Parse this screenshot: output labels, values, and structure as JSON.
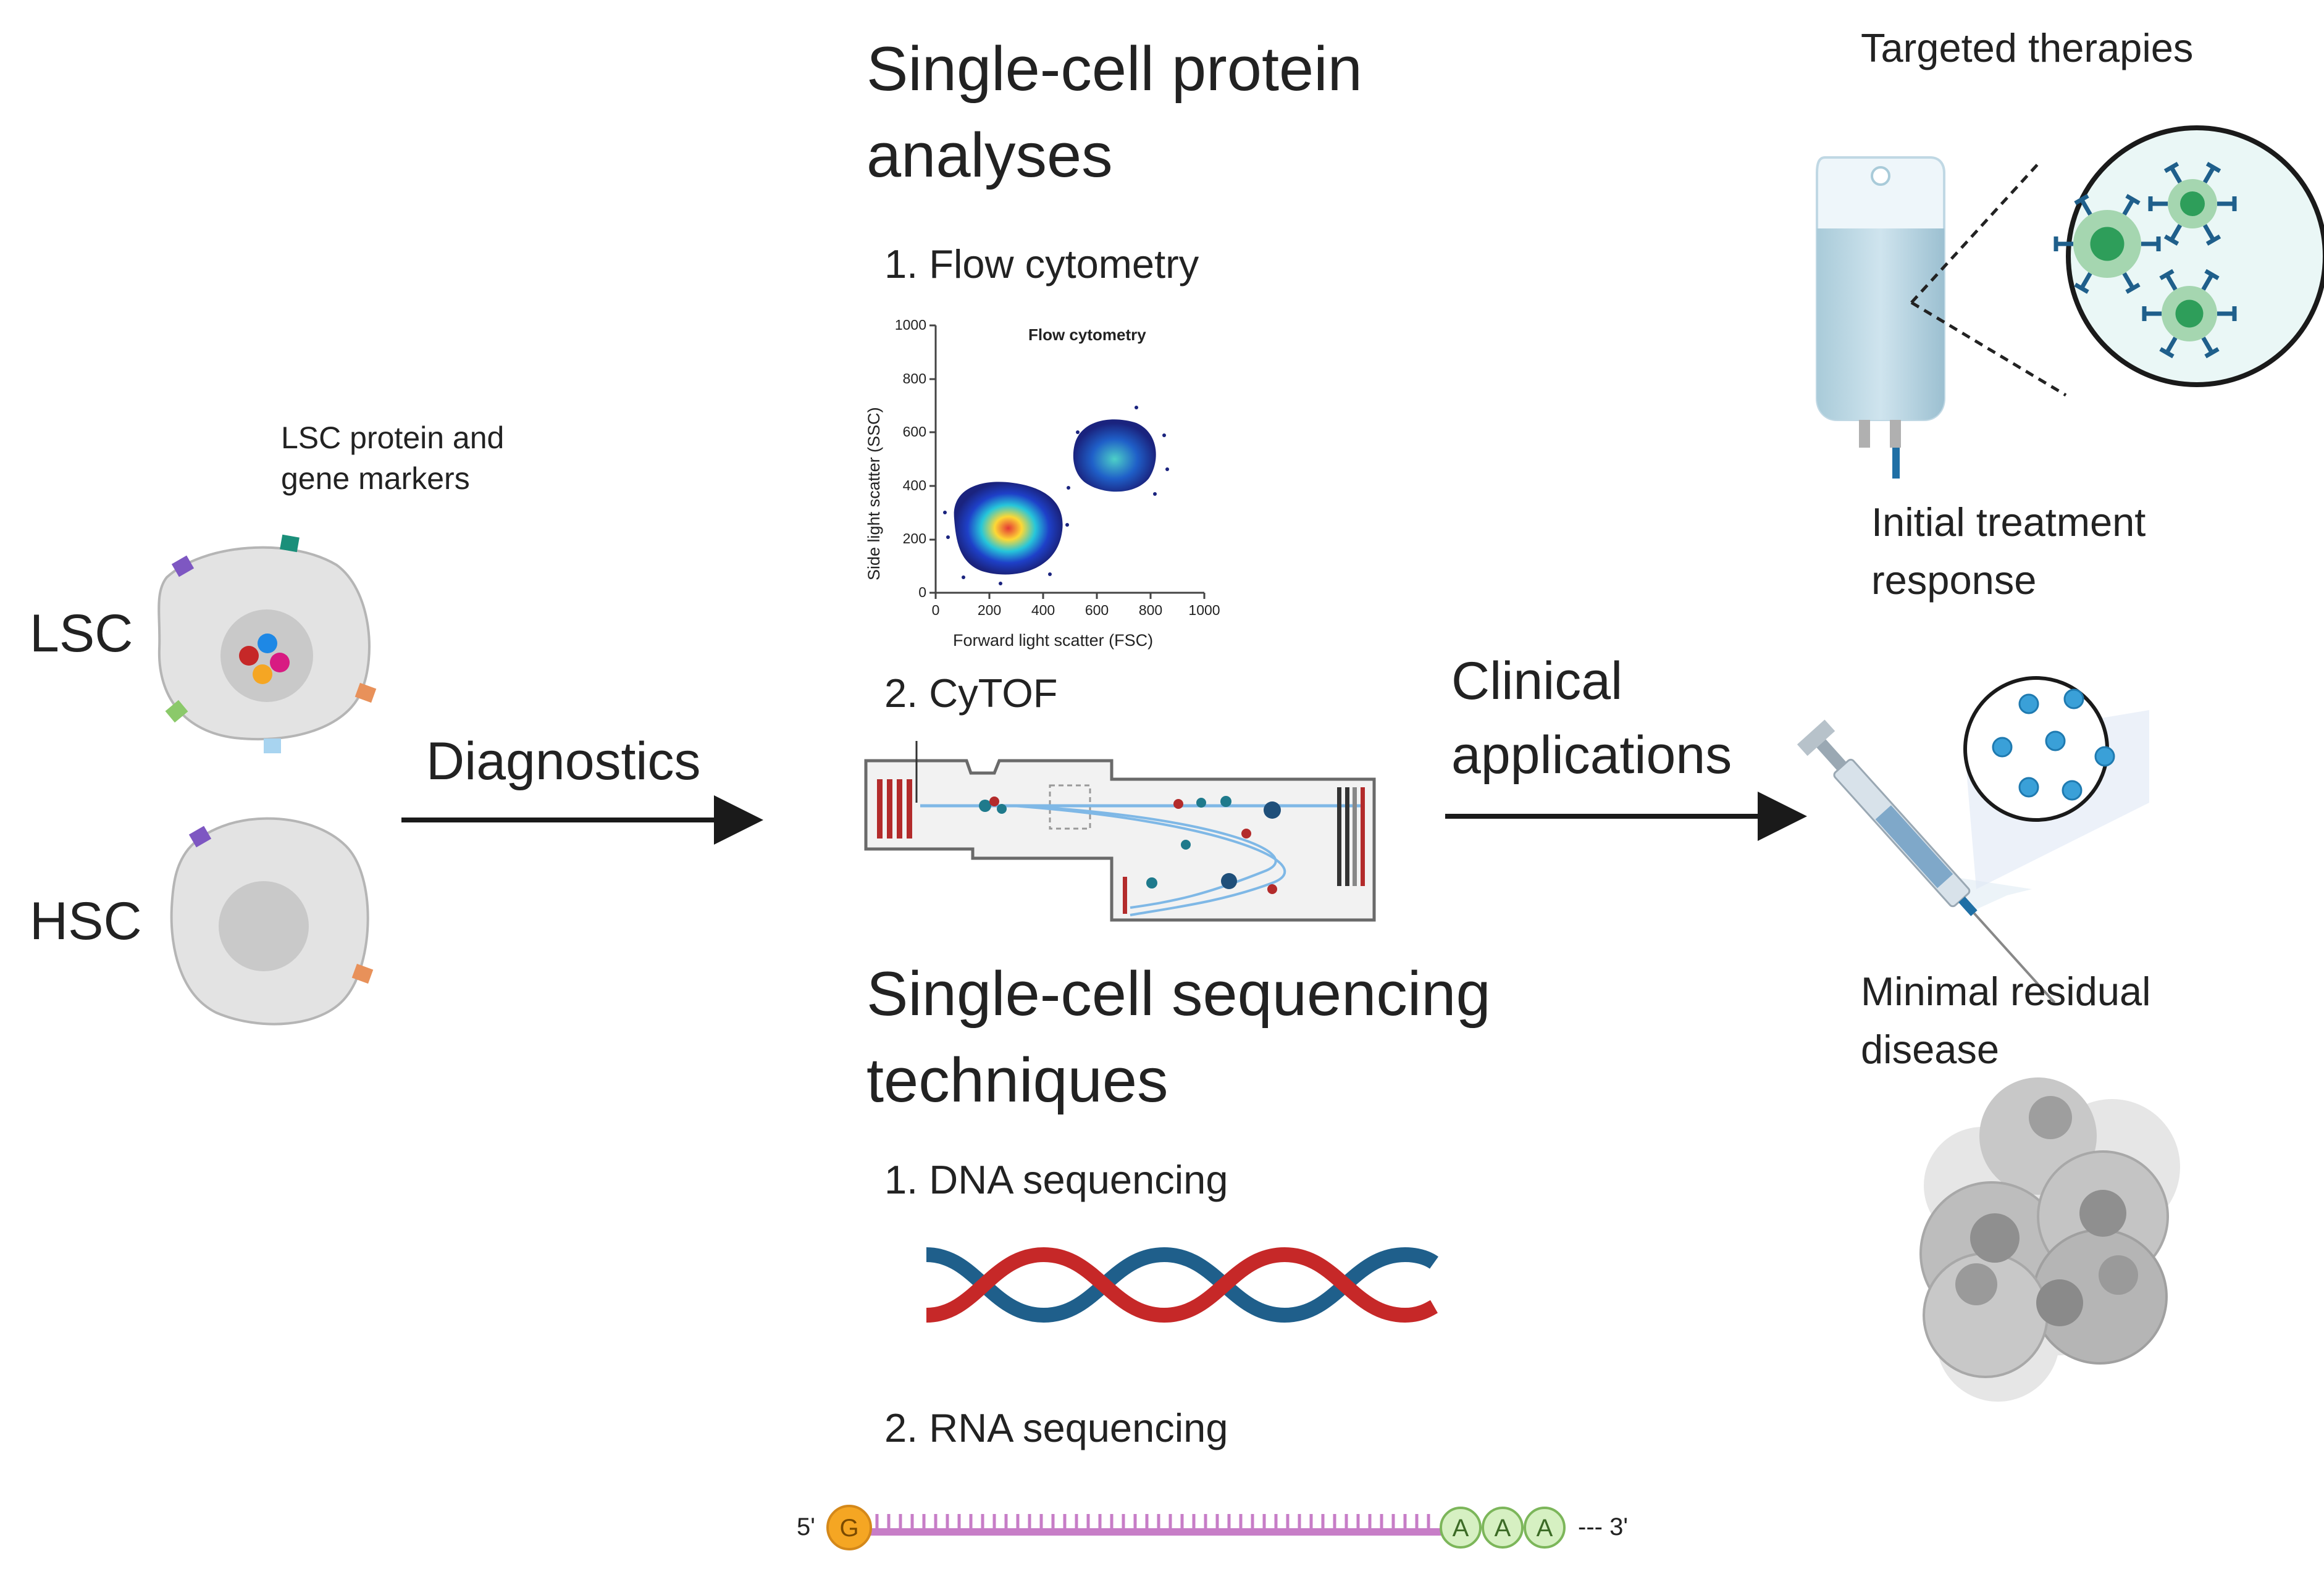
{
  "left": {
    "marker_caption_line1": "LSC protein and",
    "marker_caption_line2": "gene markers",
    "lsc_label": "LSC",
    "hsc_label": "HSC",
    "diagnostics_label": "Diagnostics"
  },
  "protein": {
    "heading_line1": "Single-cell protein",
    "heading_line2": "analyses",
    "item1": "1. Flow cytometry",
    "item2": "2. CyTOF",
    "plot_title": "Flow cytometry",
    "plot_xlabel": "Forward light scatter (FSC)",
    "plot_ylabel": "Side light scatter (SSC)",
    "plot_xticks": [
      "0",
      "200",
      "400",
      "600",
      "800",
      "1000"
    ],
    "plot_yticks": [
      "0",
      "200",
      "400",
      "600",
      "800",
      "1000"
    ]
  },
  "sequencing": {
    "heading_line1": "Single-cell sequencing",
    "heading_line2": "techniques",
    "item1": "1. DNA sequencing",
    "item2": "2. RNA sequencing",
    "rna_5prime": "5'",
    "rna_cap": "G",
    "rna_polya": [
      "A",
      "A",
      "A"
    ],
    "rna_3prime": "--- 3'"
  },
  "clinical": {
    "label_line1": "Clinical",
    "label_line2": "applications",
    "targeted": "Targeted therapies",
    "initial_line1": "Initial treatment",
    "initial_line2": "response",
    "mrd_line1": "Minimal residual",
    "mrd_line2": "disease"
  },
  "colors": {
    "dna_red": "#c62828",
    "dna_blue": "#1f5f8b",
    "rna_backbone": "#c77dc7",
    "cap": "#f5a623",
    "polya": "#d6f0c2",
    "cell_gray": "#e3e3e3"
  }
}
